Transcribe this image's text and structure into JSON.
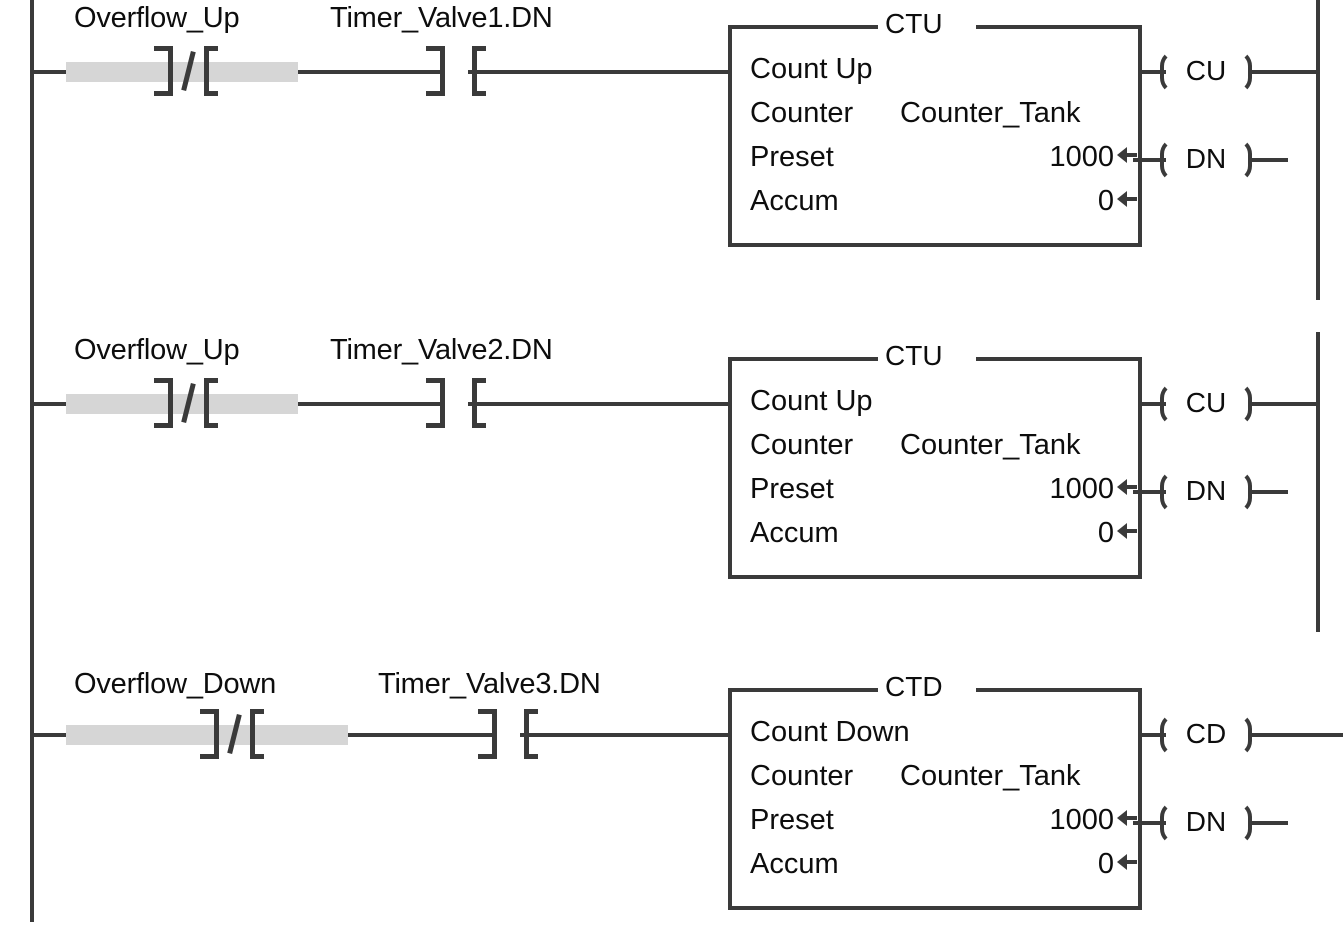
{
  "diagram": {
    "kind": "ladder-logic",
    "colors": {
      "line": "#3a3a3a",
      "text": "#0d0d0d",
      "highlight": "#d6d6d6",
      "background": "#ffffff"
    }
  },
  "rungs": [
    {
      "id": "rung-1",
      "contacts": [
        {
          "tag": "Overflow_Up",
          "type": "normally-closed",
          "symbol": "]/[",
          "highlighted": true
        },
        {
          "tag": "Timer_Valve1.DN",
          "type": "normally-open",
          "symbol": "] [",
          "highlighted": false
        }
      ],
      "block": {
        "title": "CTU",
        "operation": "Count Up",
        "rows": [
          {
            "label": "Counter",
            "operand": "Counter_Tank"
          },
          {
            "label": "Preset",
            "value": "1000"
          },
          {
            "label": "Accum",
            "value": "0"
          }
        ]
      },
      "coils": [
        {
          "label": "CU",
          "name": "count-up-output"
        },
        {
          "label": "DN",
          "name": "done-output"
        }
      ]
    },
    {
      "id": "rung-2",
      "contacts": [
        {
          "tag": "Overflow_Up",
          "type": "normally-closed",
          "symbol": "]/[",
          "highlighted": true
        },
        {
          "tag": "Timer_Valve2.DN",
          "type": "normally-open",
          "symbol": "] [",
          "highlighted": false
        }
      ],
      "block": {
        "title": "CTU",
        "operation": "Count Up",
        "rows": [
          {
            "label": "Counter",
            "operand": "Counter_Tank"
          },
          {
            "label": "Preset",
            "value": "1000"
          },
          {
            "label": "Accum",
            "value": "0"
          }
        ]
      },
      "coils": [
        {
          "label": "CU",
          "name": "count-up-output"
        },
        {
          "label": "DN",
          "name": "done-output"
        }
      ]
    },
    {
      "id": "rung-3",
      "contacts": [
        {
          "tag": "Overflow_Down",
          "type": "normally-closed",
          "symbol": "]/[",
          "highlighted": true
        },
        {
          "tag": "Timer_Valve3.DN",
          "type": "normally-open",
          "symbol": "] [",
          "highlighted": false
        }
      ],
      "block": {
        "title": "CTD",
        "operation": "Count Down",
        "rows": [
          {
            "label": "Counter",
            "operand": "Counter_Tank"
          },
          {
            "label": "Preset",
            "value": "1000"
          },
          {
            "label": "Accum",
            "value": "0"
          }
        ]
      },
      "coils": [
        {
          "label": "CD",
          "name": "count-down-output"
        },
        {
          "label": "DN",
          "name": "done-output"
        }
      ]
    }
  ]
}
